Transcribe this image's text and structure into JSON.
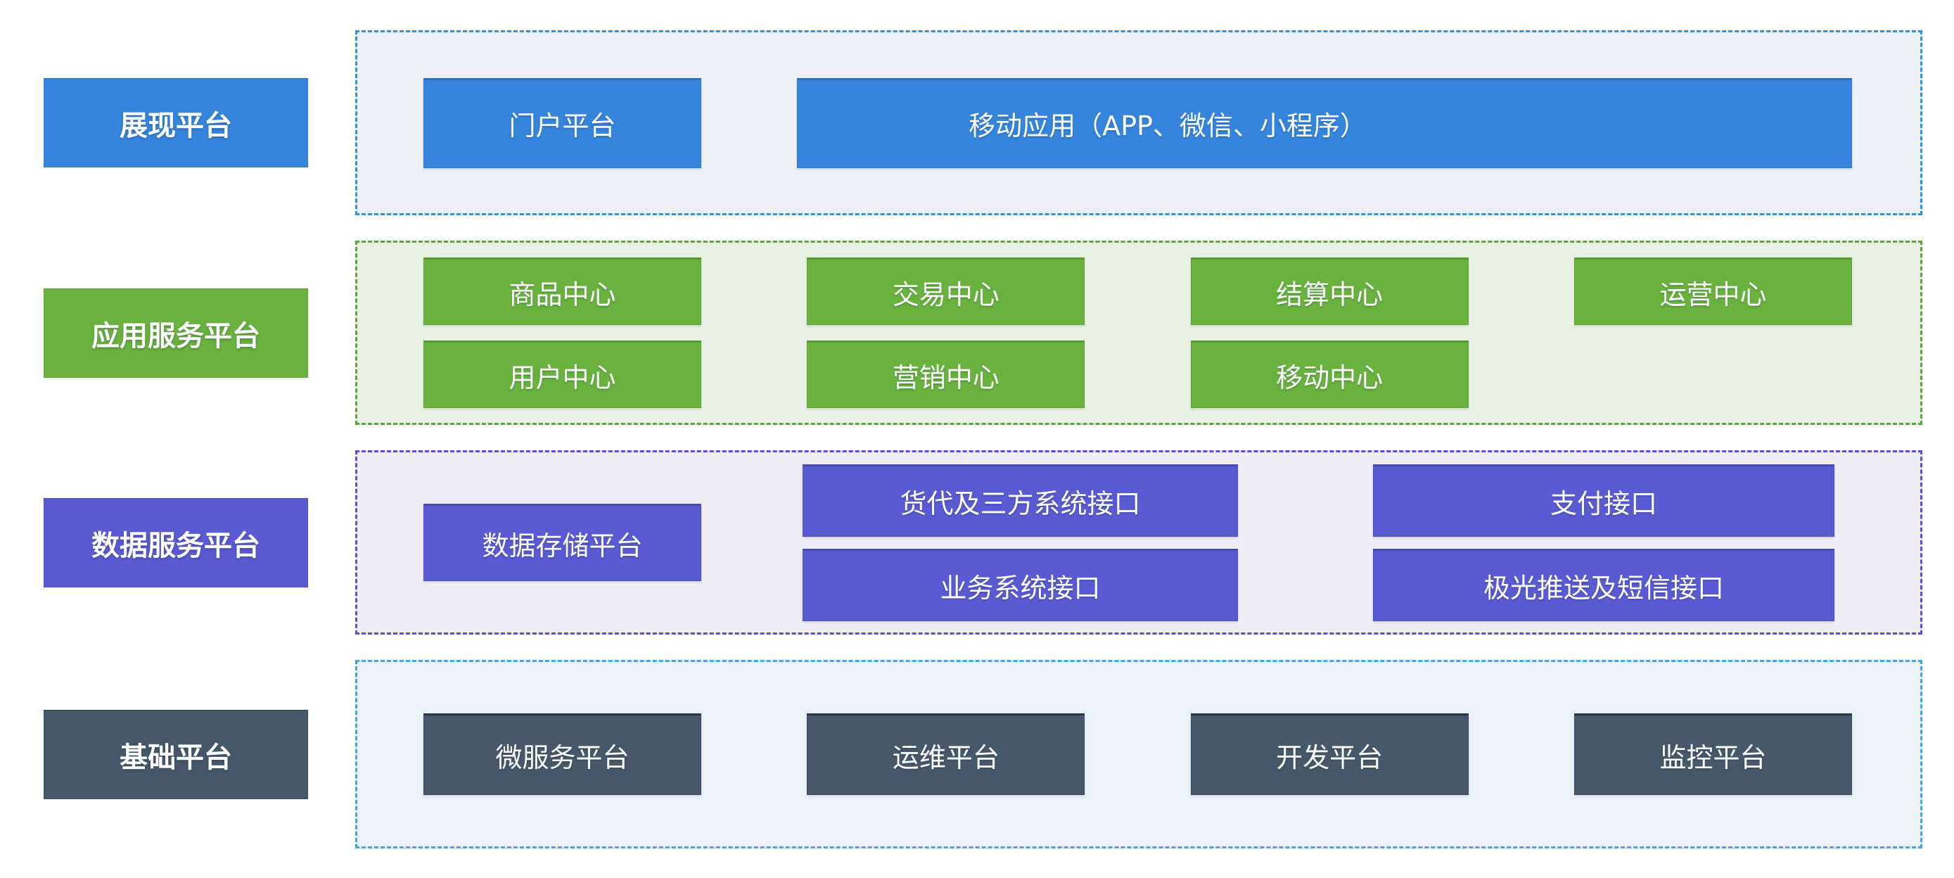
{
  "diagram": {
    "type": "layered-architecture-diagram",
    "background": "#ffffff"
  },
  "colors": {
    "blue_node": "#3585dc",
    "green_node": "#69b23e",
    "purple_node": "#5a5ad2",
    "dark_node": "#46586a",
    "band1_bg": "#edf1f5",
    "band1_border": "#2f93e3",
    "band2_bg": "#e9f1e4",
    "band2_border": "#5ca639",
    "band3_bg": "#efeef6",
    "band3_border": "#5a50d8",
    "band4_bg": "#ebf2f8",
    "band4_border": "#45a3e6",
    "node_text": "#ffffff"
  },
  "rows": [
    {
      "name": "presentation",
      "label": "展现平台",
      "items": [
        "门户平台",
        "移动应用（APP、微信、小程序）"
      ]
    },
    {
      "name": "application-service",
      "label": "应用服务平台",
      "line1": [
        "商品中心",
        "交易中心",
        "结算中心",
        "运营中心"
      ],
      "line2": [
        "用户中心",
        "营销中心",
        "移动中心"
      ]
    },
    {
      "name": "data-service",
      "label": "数据服务平台",
      "storage": "数据存储平台",
      "interfaces": [
        [
          "货代及三方系统接口",
          "业务系统接口"
        ],
        [
          "支付接口",
          "极光推送及短信接口"
        ]
      ]
    },
    {
      "name": "base",
      "label": "基础平台",
      "items": [
        "微服务平台",
        "运维平台",
        "开发平台",
        "监控平台"
      ]
    }
  ]
}
